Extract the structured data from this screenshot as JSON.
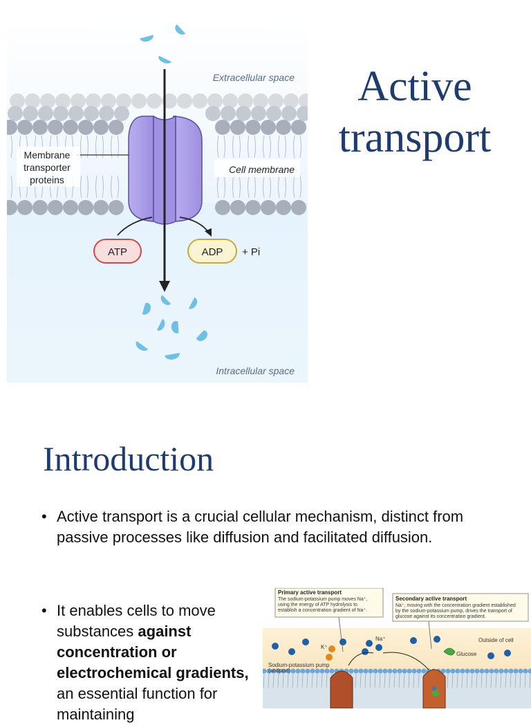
{
  "slide1": {
    "title_line1": "Active",
    "title_line2": "transport",
    "diagram": {
      "extracellular": "Extracellular space",
      "intracellular": "Intracellular space",
      "cell_membrane": "Cell membrane",
      "transporter_line1": "Membrane",
      "transporter_line2": "transporter",
      "transporter_line3": "proteins",
      "atp": "ATP",
      "adp": "ADP",
      "pi": "+ Pi"
    },
    "colors": {
      "title": "#1f3c6e",
      "protein": "#a99be0",
      "atp_fill": "#f9dede",
      "adp_fill": "#fbf4d2"
    }
  },
  "slide2": {
    "title": "Introduction",
    "bullet1": "Active transport is a crucial cellular mechanism, distinct from passive processes like diffusion and facilitated diffusion.",
    "bullet2": {
      "pre": "It enables cells to move substances ",
      "bold": "against concentration or electrochemical gradients,",
      "post": " an essential function for maintaining"
    },
    "figure": {
      "primary_title": "Primary active transport",
      "primary_text_1": "The sodium-potassium pump moves Na⁺,",
      "primary_text_2": "using the energy of ATP hydrolysis to",
      "primary_text_3": "establish a concentration gradient of Na⁺.",
      "secondary_title": "Secondary active transport",
      "secondary_text_1": "Na⁺, moving with the concentration gradient established",
      "secondary_text_2": "by the sodium-potassium pump, drives the transport of",
      "secondary_text_3": "glucose against its concentration gradient.",
      "na_label": "Na⁺",
      "k_label": "K⁺",
      "glucose_label": "Glucose",
      "outside_label": "Outside of cell",
      "pump_label_1": "Sodium-potassium pump",
      "pump_label_2": "(antiport)"
    }
  }
}
